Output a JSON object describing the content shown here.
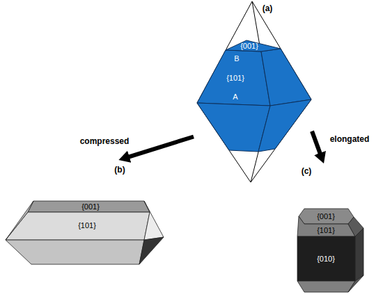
{
  "diagram": {
    "nodes": [
      {
        "text": [
          "(a)",
          "{001}",
          "B",
          "{101}",
          "A"
        ]
      },
      {
        "text": [
          "(b)",
          "{001}",
          "{101}"
        ]
      },
      {
        "text": [
          "(c)",
          "{001}",
          "{101}",
          "{010}"
        ]
      }
    ],
    "edges": [
      {
        "from": 0,
        "to": 1,
        "arrow": "to",
        "label": "compressed"
      },
      {
        "from": 0,
        "to": 2,
        "arrow": "to",
        "label": "elongated"
      }
    ]
  }
}
